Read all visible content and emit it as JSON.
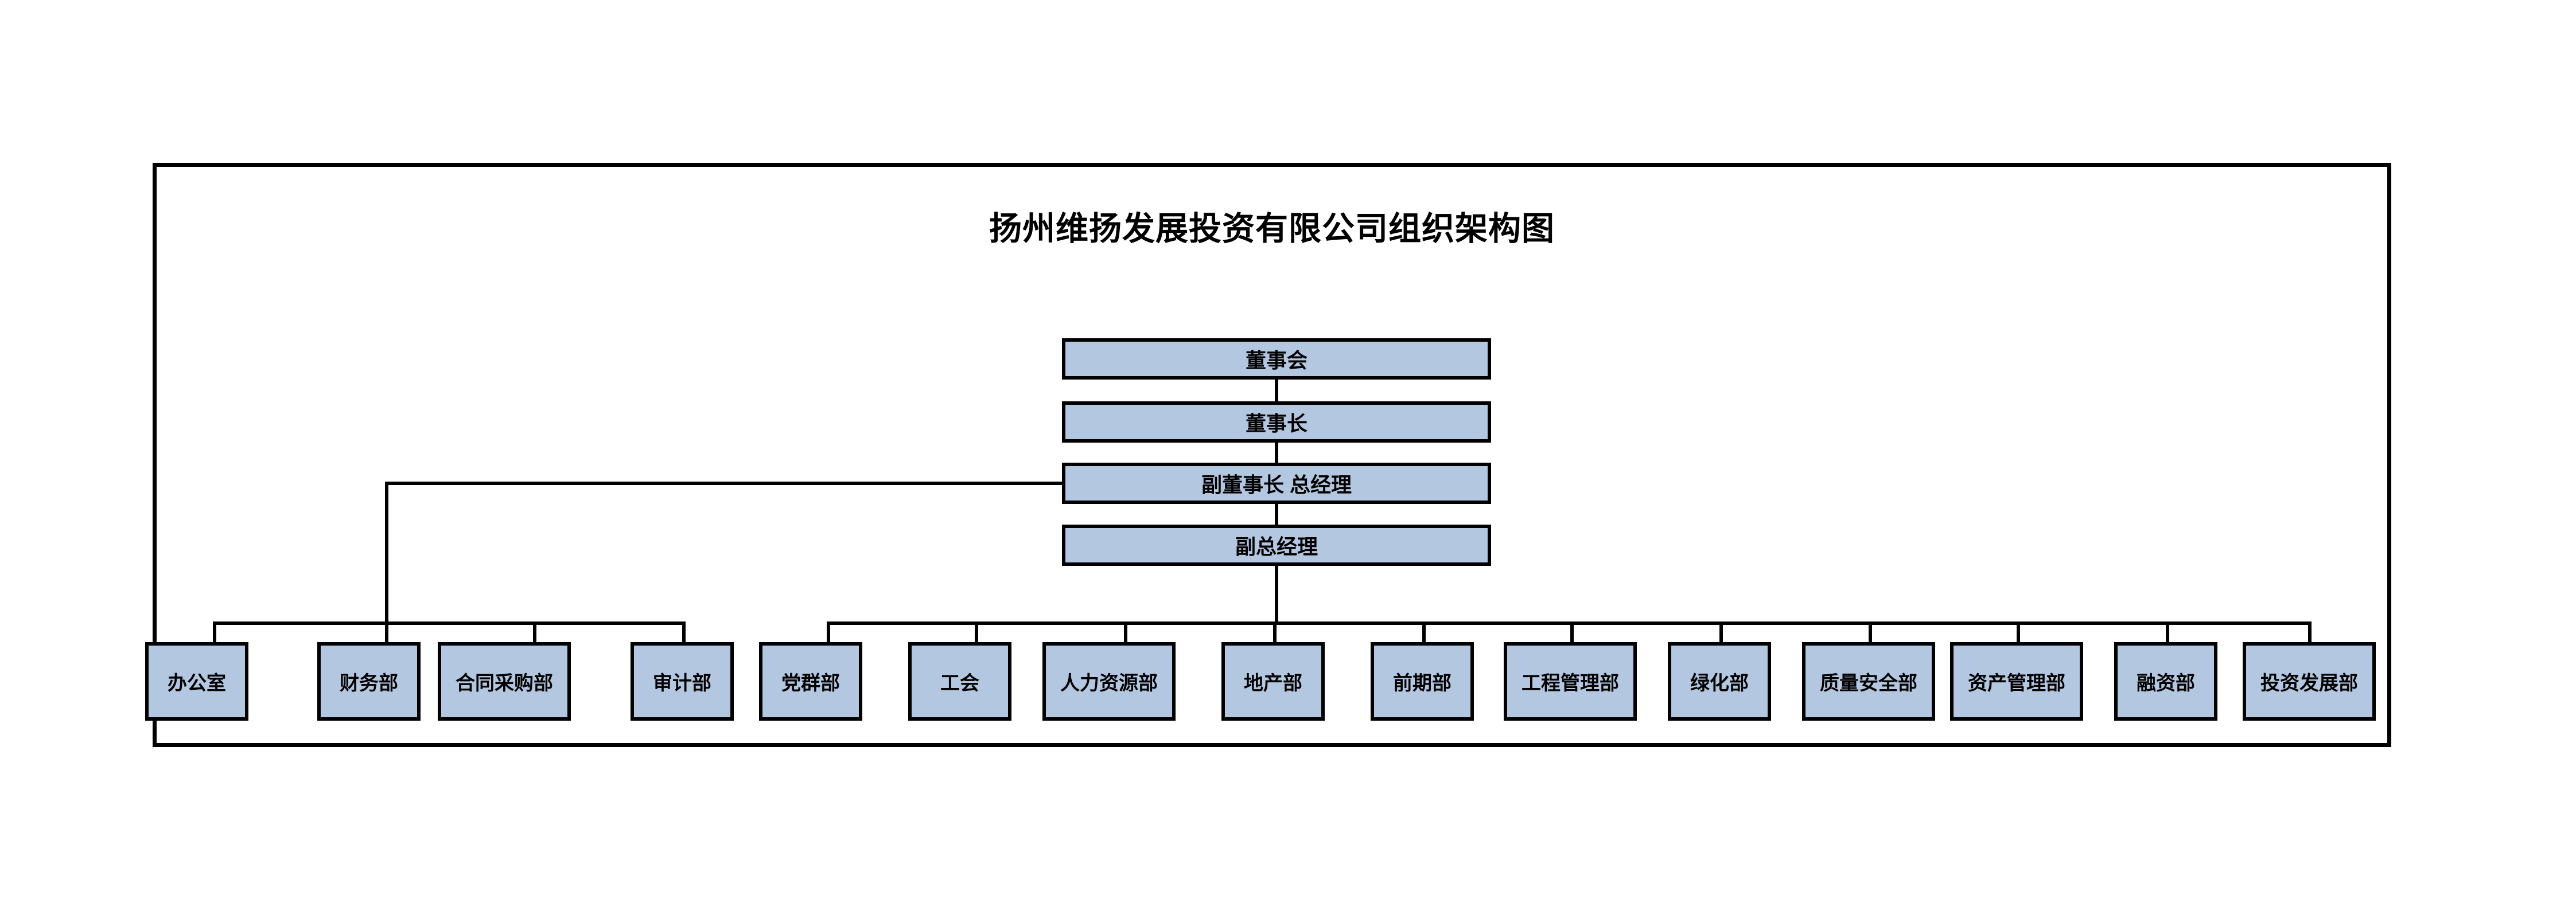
{
  "chart_data": {
    "type": "diagram",
    "diagram_type": "organizational-chart",
    "title": "扬州维扬发展投资有限公司组织架构图",
    "orientation": "top-down",
    "node_fill_color": "#b4c7e1",
    "node_border_color": "#000000",
    "connector_color": "#000000",
    "background_color": "#ffffff",
    "levels": [
      {
        "level": 1,
        "nodes": [
          "董事会"
        ]
      },
      {
        "level": 2,
        "nodes": [
          "董事长"
        ]
      },
      {
        "level": 3,
        "nodes": [
          "副董事长 总经理"
        ]
      },
      {
        "level": 4,
        "nodes": [
          "副总经理"
        ]
      },
      {
        "level": 5,
        "nodes": [
          "办公室",
          "财务部",
          "合同采购部",
          "审计部",
          "党群部",
          "工会",
          "人力资源部",
          "地产部",
          "前期部",
          "工程管理部",
          "绿化部",
          "质量安全部",
          "资产管理部",
          "融资部",
          "投资发展部"
        ]
      }
    ],
    "edges": [
      {
        "from": "董事会",
        "to": "董事长"
      },
      {
        "from": "董事长",
        "to": "副董事长 总经理"
      },
      {
        "from": "副董事长 总经理",
        "to": "副总经理"
      },
      {
        "from": "副董事长 总经理",
        "to": "办公室"
      },
      {
        "from": "副董事长 总经理",
        "to": "财务部"
      },
      {
        "from": "副董事长 总经理",
        "to": "合同采购部"
      },
      {
        "from": "副董事长 总经理",
        "to": "审计部"
      },
      {
        "from": "副总经理",
        "to": "党群部"
      },
      {
        "from": "副总经理",
        "to": "工会"
      },
      {
        "from": "副总经理",
        "to": "人力资源部"
      },
      {
        "from": "副总经理",
        "to": "地产部"
      },
      {
        "from": "副总经理",
        "to": "前期部"
      },
      {
        "from": "副总经理",
        "to": "工程管理部"
      },
      {
        "from": "副总经理",
        "to": "绿化部"
      },
      {
        "from": "副总经理",
        "to": "质量安全部"
      },
      {
        "from": "副总经理",
        "to": "资产管理部"
      },
      {
        "from": "副总经理",
        "to": "融资部"
      },
      {
        "from": "副总经理",
        "to": "投资发展部"
      }
    ]
  },
  "chart": {
    "title": "扬州维扬发展投资有限公司组织架构图",
    "top_chain": [
      {
        "id": "board",
        "label": "董事会"
      },
      {
        "id": "chairman",
        "label": "董事长"
      },
      {
        "id": "vice-chairman-gm",
        "label": "副董事长 总经理"
      },
      {
        "id": "deputy-gm",
        "label": "副总经理"
      }
    ],
    "departments": [
      {
        "id": "office",
        "label": "办公室"
      },
      {
        "id": "finance",
        "label": "财务部"
      },
      {
        "id": "contract-procurement",
        "label": "合同采购部"
      },
      {
        "id": "audit",
        "label": "审计部"
      },
      {
        "id": "party-mass",
        "label": "党群部"
      },
      {
        "id": "union",
        "label": "工会"
      },
      {
        "id": "human-resources",
        "label": "人力资源部"
      },
      {
        "id": "real-estate",
        "label": "地产部"
      },
      {
        "id": "preliminary",
        "label": "前期部"
      },
      {
        "id": "project-management",
        "label": "工程管理部"
      },
      {
        "id": "landscaping",
        "label": "绿化部"
      },
      {
        "id": "quality-safety",
        "label": "质量安全部"
      },
      {
        "id": "asset-management",
        "label": "资产管理部"
      },
      {
        "id": "financing",
        "label": "融资部"
      },
      {
        "id": "investment-development",
        "label": "投资发展部"
      }
    ]
  }
}
